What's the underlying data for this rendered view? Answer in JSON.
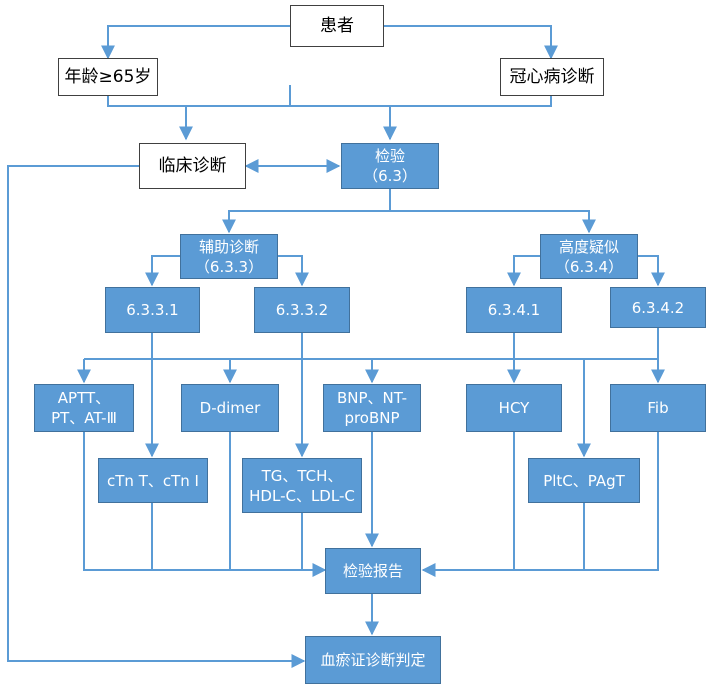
{
  "colors": {
    "box_fill": "#5b9bd5",
    "box_border": "#41719c",
    "connector": "#5b9bd5",
    "plain_border": "#404040"
  },
  "nodes": {
    "patient": "患者",
    "age": "年龄≥65岁",
    "chd": "冠心病诊断",
    "clinical": "临床诊断",
    "test": "检验\n（6.3）",
    "aux": "辅助诊断\n（6.3.3）",
    "suspect": "高度疑似\n（6.3.4）",
    "n6331": "6.3.3.1",
    "n6332": "6.3.3.2",
    "n6341": "6.3.4.1",
    "n6342": "6.3.4.2",
    "aptt": "APTT、\nPT、AT-Ⅲ",
    "ddimer": "D-dimer",
    "bnp": "BNP、NT-\nproBNP",
    "hcy": "HCY",
    "fib": "Fib",
    "ctn": "cTn T、cTn I",
    "tg": "TG、TCH、\nHDL-C、LDL-C",
    "pltc": "PltC、PAgT",
    "report": "检验报告",
    "final": "血瘀证诊断判定"
  }
}
